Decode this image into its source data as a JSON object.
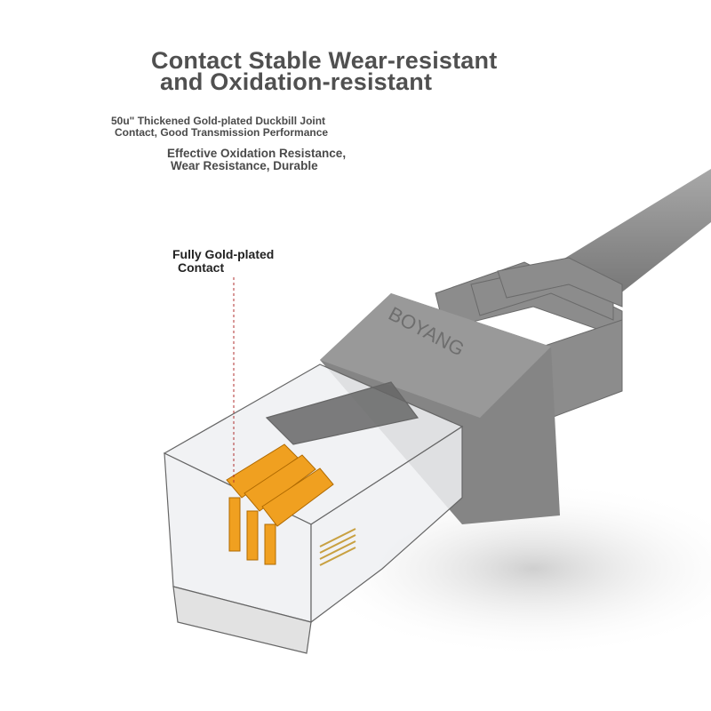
{
  "headline": {
    "line1": "Contact Stable Wear-resistant",
    "line2": "and Oxidation-resistant"
  },
  "feature_1": {
    "line1": "50u\" Thickened Gold-plated Duckbill Joint",
    "line2": "Contact, Good Transmission Performance"
  },
  "feature_2": {
    "line1": "Effective Oxidation Resistance,",
    "line2": "Wear Resistance, Durable"
  },
  "callout": {
    "line1": "Fully Gold-plated",
    "line2": "Contact"
  },
  "brand_logo": "BOYANG",
  "colors": {
    "cable": "#8a8a8a",
    "boot": "#7e7e7e",
    "gold": "#f0a020",
    "text": "#4a4a4a",
    "callout_line": "#b03030"
  }
}
